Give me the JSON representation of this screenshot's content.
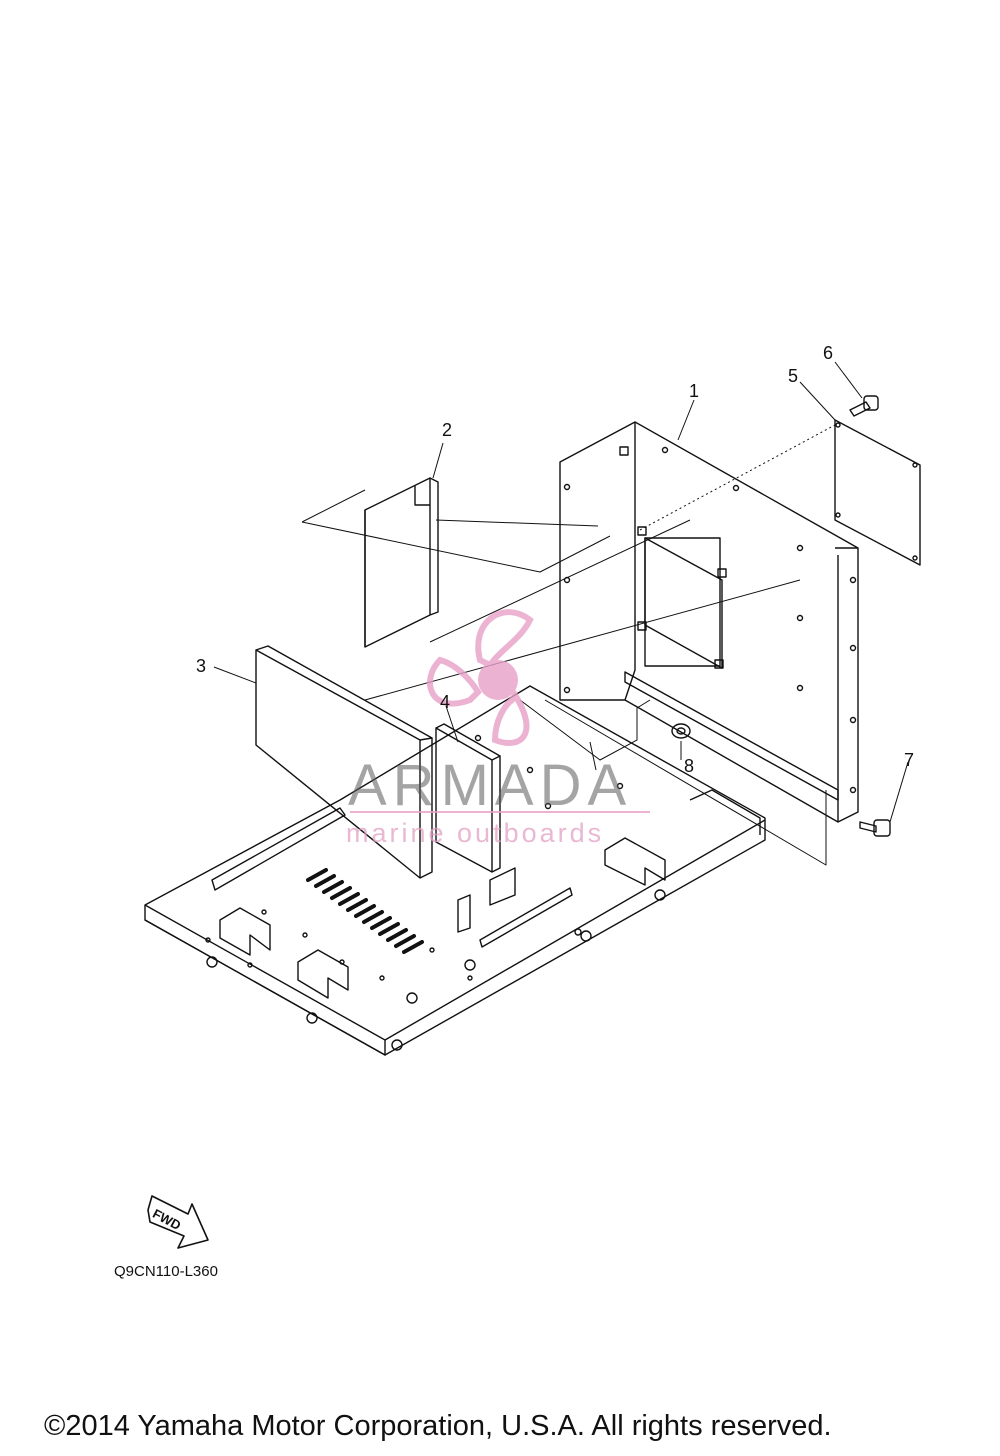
{
  "callouts": [
    {
      "id": "1",
      "label": "1"
    },
    {
      "id": "2",
      "label": "2"
    },
    {
      "id": "3",
      "label": "3"
    },
    {
      "id": "4",
      "label": "4"
    },
    {
      "id": "5",
      "label": "5"
    },
    {
      "id": "6",
      "label": "6"
    },
    {
      "id": "7",
      "label": "7"
    },
    {
      "id": "8",
      "label": "8"
    }
  ],
  "watermark": {
    "title": "ARMADA",
    "subtitle": "marine outboards",
    "color": "#e8a0c8"
  },
  "fwd_label": "FWD",
  "drawing_code": "Q9CN110-L360",
  "copyright": "©2014 Yamaha Motor Corporation, U.S.A. All rights reserved."
}
